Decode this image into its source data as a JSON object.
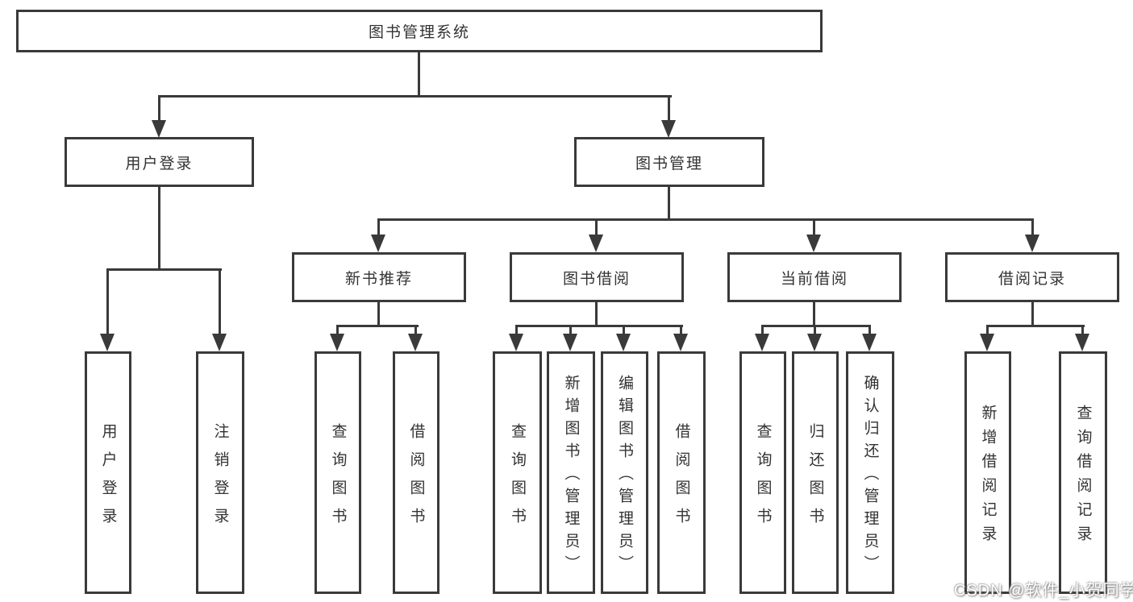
{
  "diagram": {
    "watermark": "CSDN @软件_小贺同学",
    "colors": {
      "line": "#3a3a3a",
      "box_border": "#3a3a3a",
      "text": "#333333",
      "background": "#ffffff",
      "watermark_text": "#ffffff"
    }
  },
  "tree": {
    "label": "图书管理系统",
    "children": [
      {
        "label": "用户登录",
        "children": [
          {
            "label": "用户登录"
          },
          {
            "label": "注销登录"
          }
        ]
      },
      {
        "label": "图书管理",
        "children": [
          {
            "label": "新书推荐",
            "children": [
              {
                "label": "查询图书"
              },
              {
                "label": "借阅图书"
              }
            ]
          },
          {
            "label": "图书借阅",
            "children": [
              {
                "label": "查询图书"
              },
              {
                "label": "新增图书（管理员）"
              },
              {
                "label": "编辑图书（管理员）"
              },
              {
                "label": "借阅图书"
              }
            ]
          },
          {
            "label": "当前借阅",
            "children": [
              {
                "label": "查询图书"
              },
              {
                "label": "归还图书"
              },
              {
                "label": "确认归还（管理员）"
              }
            ]
          },
          {
            "label": "借阅记录",
            "children": [
              {
                "label": "新增借阅记录"
              },
              {
                "label": "查询借阅记录"
              }
            ]
          }
        ]
      }
    ]
  }
}
